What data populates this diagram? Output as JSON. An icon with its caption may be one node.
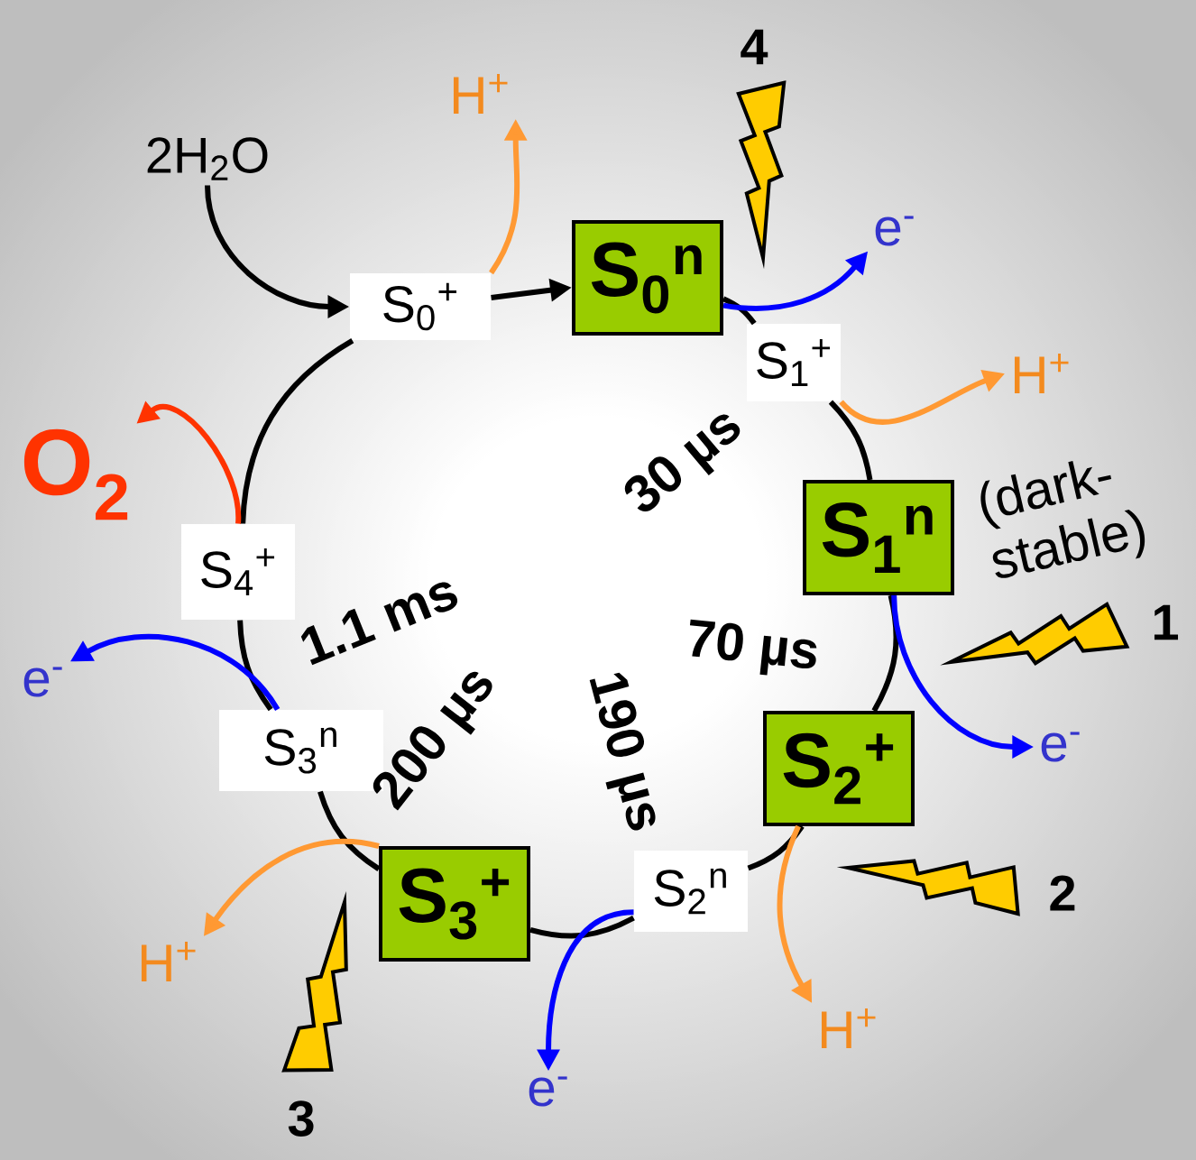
{
  "diagram": {
    "nodes": [
      {
        "text": [
          "S$_{0}$$^{n}$"
        ]
      },
      {
        "text": [
          "S$_{1}$$^{+}$"
        ]
      },
      {
        "text": [
          "S$_{1}$$^{n}$"
        ],
        "beside": [
          "(dark-stable)"
        ]
      },
      {
        "text": [
          "S$_{2}$$^{+}$"
        ]
      },
      {
        "text": [
          "S$_{2}$$^{n}$"
        ]
      },
      {
        "text": [
          "S$_{3}$$^{+}$"
        ]
      },
      {
        "text": [
          "S$_{3}$$^{n}$"
        ]
      },
      {
        "text": [
          "S$_{4}$$^{+}$"
        ]
      },
      {
        "text": [
          "S$_{0}$$^{+}$"
        ]
      },
      {
        "text": [
          "2H$_{2}$O"
        ]
      },
      {
        "text": [
          "H$^{+}$"
        ]
      },
      {
        "text": [
          "O$_{2}$"
        ]
      },
      {
        "text": [
          "e$^{-}$"
        ]
      },
      {
        "text": [
          "H$^{+}$"
        ]
      },
      {
        "text": [
          "e$^{-}$"
        ]
      },
      {
        "text": [
          "H$^{+}$"
        ]
      },
      {
        "text": [
          "e$^{-}$"
        ]
      },
      {
        "text": [
          "H$^{+}$"
        ]
      },
      {
        "text": [
          "e$^{-}$"
        ]
      }
    ],
    "edges": [
      {
        "from": 8,
        "to": 0,
        "arrow": "to"
      },
      {
        "from": 0,
        "to": 1,
        "arrow": "none"
      },
      {
        "from": 1,
        "to": 2,
        "arrow": "none"
      },
      {
        "from": 2,
        "to": 3,
        "arrow": "none"
      },
      {
        "from": 3,
        "to": 4,
        "arrow": "none"
      },
      {
        "from": 4,
        "to": 5,
        "arrow": "none"
      },
      {
        "from": 5,
        "to": 6,
        "arrow": "none"
      },
      {
        "from": 6,
        "to": 7,
        "arrow": "none"
      },
      {
        "from": 7,
        "to": 8,
        "arrow": "none"
      },
      {
        "from": 9,
        "to": 8,
        "arrow": "to"
      },
      {
        "from": 8,
        "to": 10,
        "arrow": "to",
        "color": "#ff9933"
      },
      {
        "from": 7,
        "to": 11,
        "arrow": "to",
        "color": "#ff3300"
      },
      {
        "from": 0,
        "to": 12,
        "arrow": "to",
        "color": "#0000ff"
      },
      {
        "from": 1,
        "to": 13,
        "arrow": "to",
        "color": "#ff9933"
      },
      {
        "from": 2,
        "to": 14,
        "arrow": "to",
        "color": "#0000ff"
      },
      {
        "from": 3,
        "to": 15,
        "arrow": "to",
        "color": "#ff9933"
      },
      {
        "from": 4,
        "to": 16,
        "arrow": "to",
        "color": "#0000ff"
      },
      {
        "from": 5,
        "to": 17,
        "arrow": "to",
        "color": "#ff9933"
      },
      {
        "from": 6,
        "to": 18,
        "arrow": "to",
        "color": "#0000ff"
      }
    ],
    "labels": [
      "4",
      "30 µs",
      "1.1 ms",
      "70 µs",
      "1",
      "190 µs",
      "200 µs",
      "2",
      "3"
    ]
  }
}
